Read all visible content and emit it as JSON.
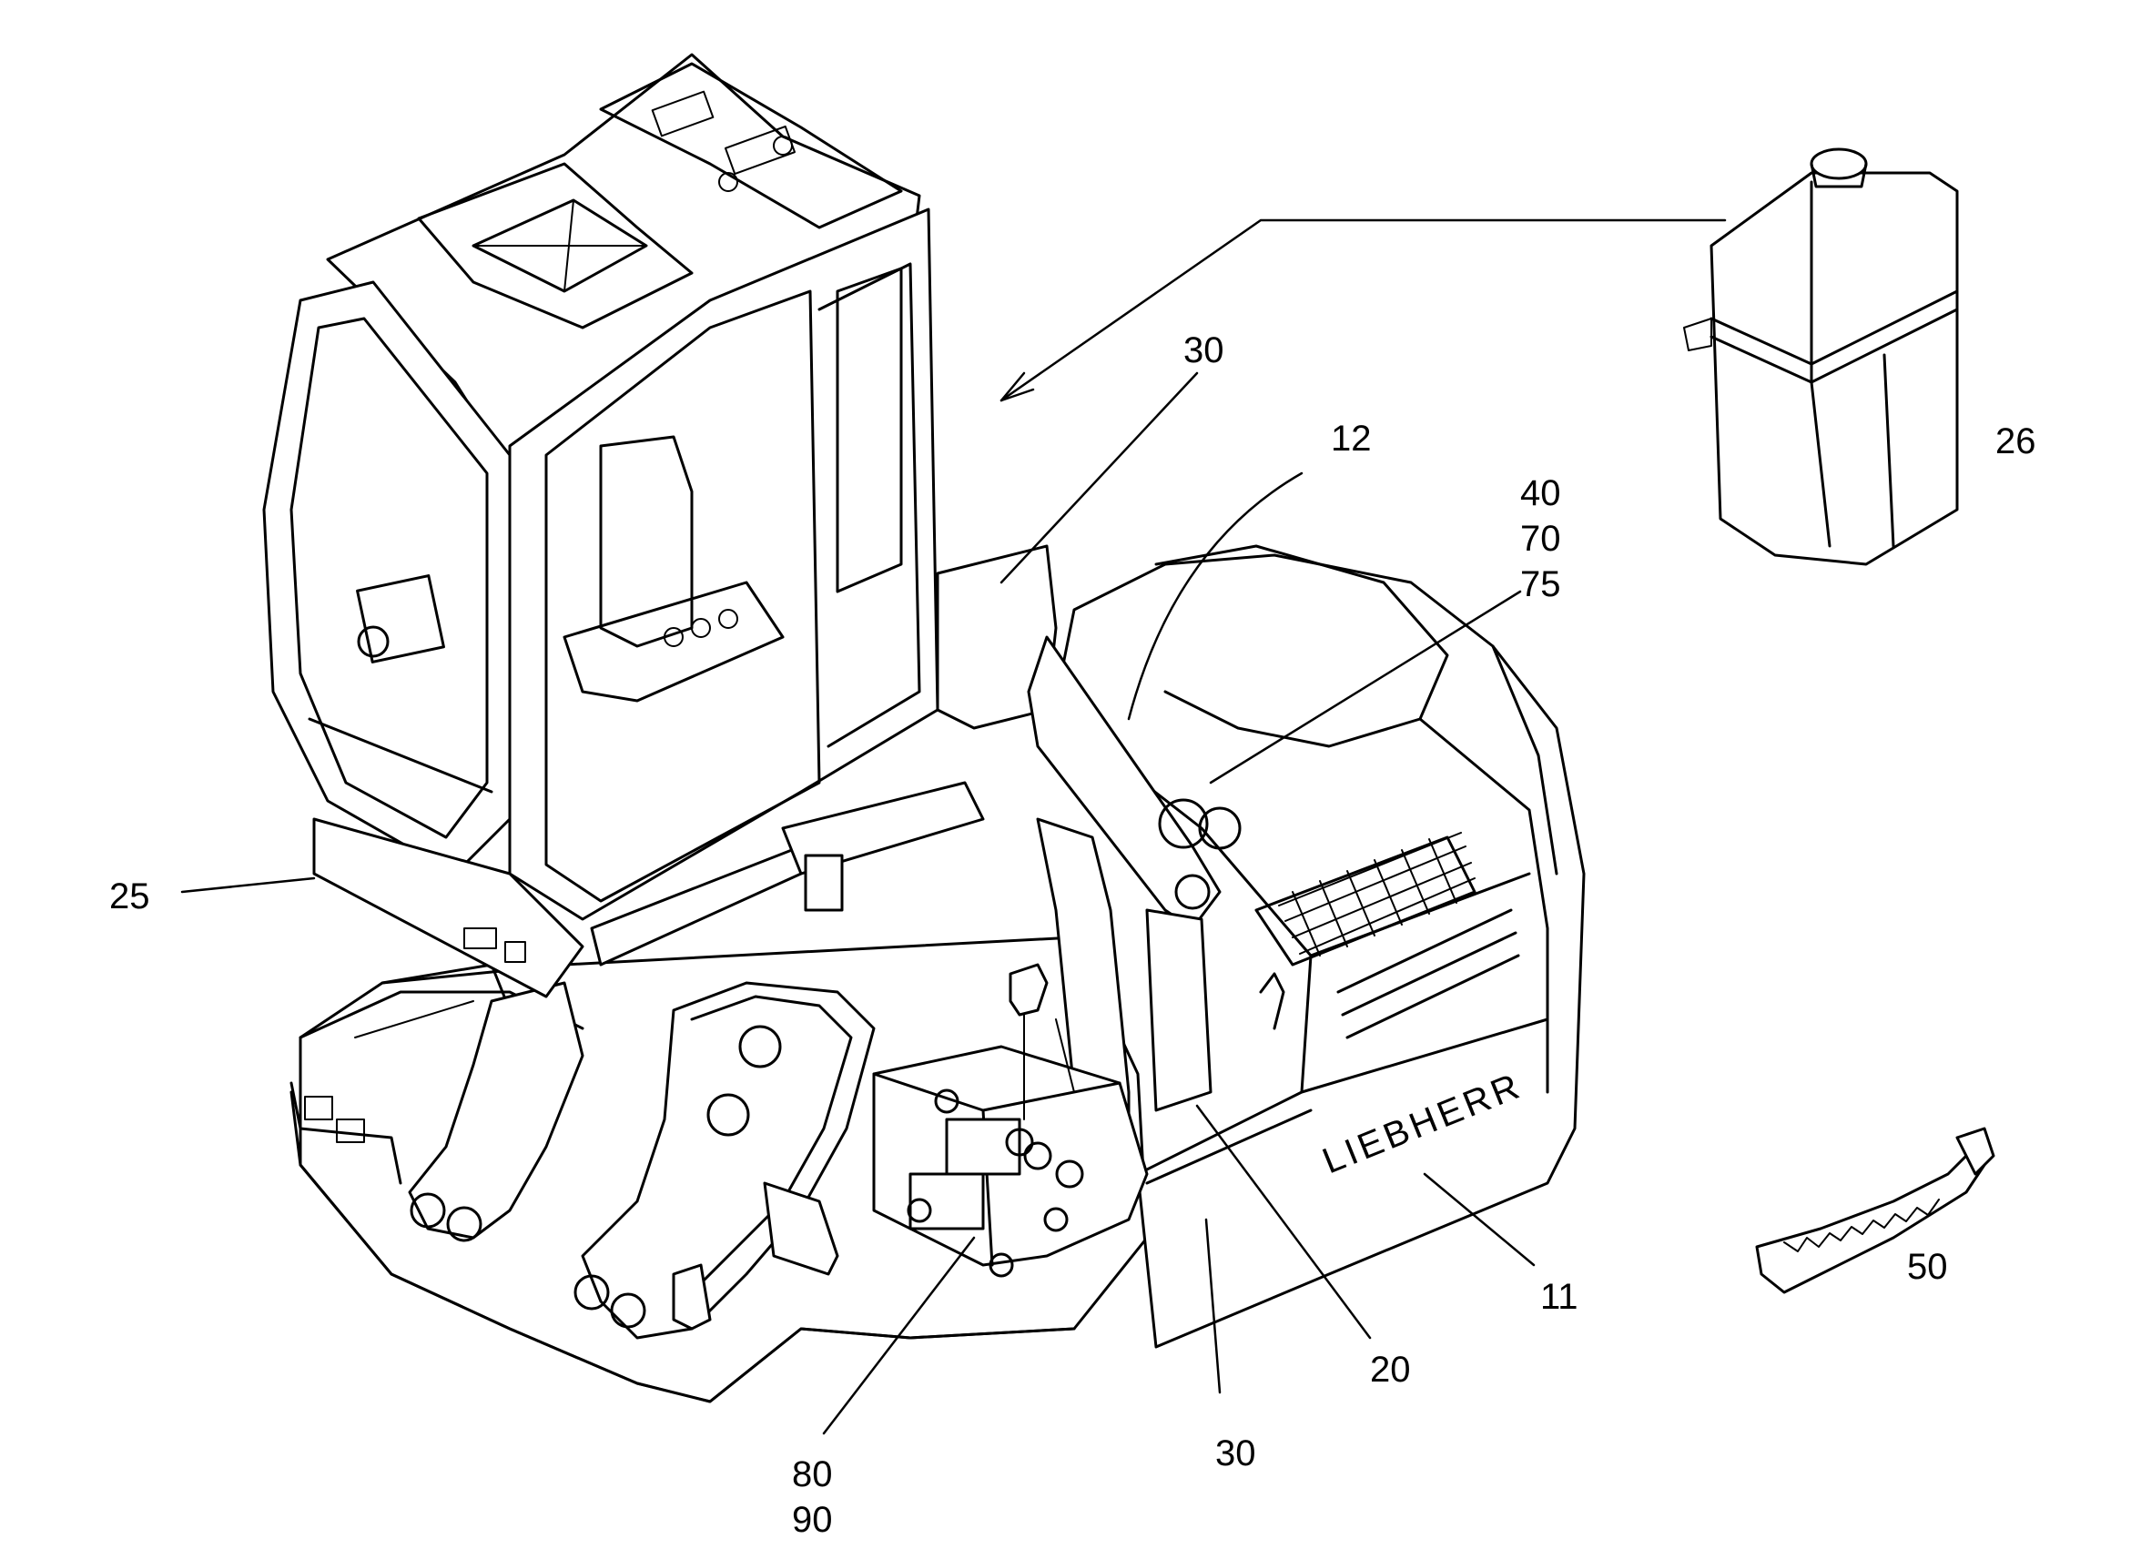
{
  "brand_text": "LIEBHERR",
  "labels": {
    "l30_top": "30",
    "l12": "12",
    "l40": "40",
    "l70": "70",
    "l75": "75",
    "l26": "26",
    "l25": "25",
    "l11": "11",
    "l50": "50",
    "l20": "20",
    "l30_bottom": "30",
    "l80": "80",
    "l90": "90"
  },
  "colors": {
    "line": "#000000",
    "background": "#ffffff"
  }
}
